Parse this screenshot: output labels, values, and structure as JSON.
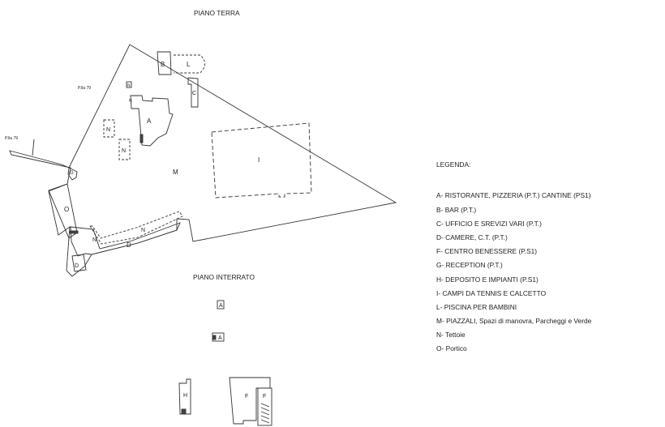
{
  "titles": {
    "ground_floor": "PIANO TERRA",
    "basement": "PIANO INTERRATO"
  },
  "parcels": {
    "upper": "P.lla 79",
    "left": "P.lla 79"
  },
  "plan_labels": {
    "A": "A",
    "B": "B",
    "L": "L",
    "C": "C",
    "N_small_top": "N",
    "N_right_of_A": "N",
    "N_left_1": "N",
    "N_left_2": "N",
    "I": "I",
    "M": "M",
    "G": "G",
    "O": "O",
    "N_bottom_left": "N",
    "N_bottom": "N",
    "D_lower": "D",
    "D_bottom": "D",
    "A_basement_1": "A",
    "A_basement_2": "A",
    "H": "H",
    "F_1": "F",
    "F_2": "F"
  },
  "legend": {
    "title": "LEGENDA:",
    "items": [
      "A- RISTORANTE, PIZZERIA (P.T.) CANTINE (PS1)",
      "B- BAR (P.T.)",
      "C- UFFICIO E SREVIZI VARI (P.T.)",
      "D- CAMERE, C.T. (P.T.)",
      "F- CENTRO BENESSERE (P.S1)",
      "G- RECEPTION (P.T.)",
      "H- DEPOSITO E IMPIANTI (P.S1)",
      "I- CAMPI DA TENNIS E CALCETTO",
      "L- PISCINA PER BAMBINI",
      "M- PIAZZALI, Spazi di manovra, Parcheggi e Verde",
      "N- Tettoie",
      "O- Portico"
    ]
  }
}
